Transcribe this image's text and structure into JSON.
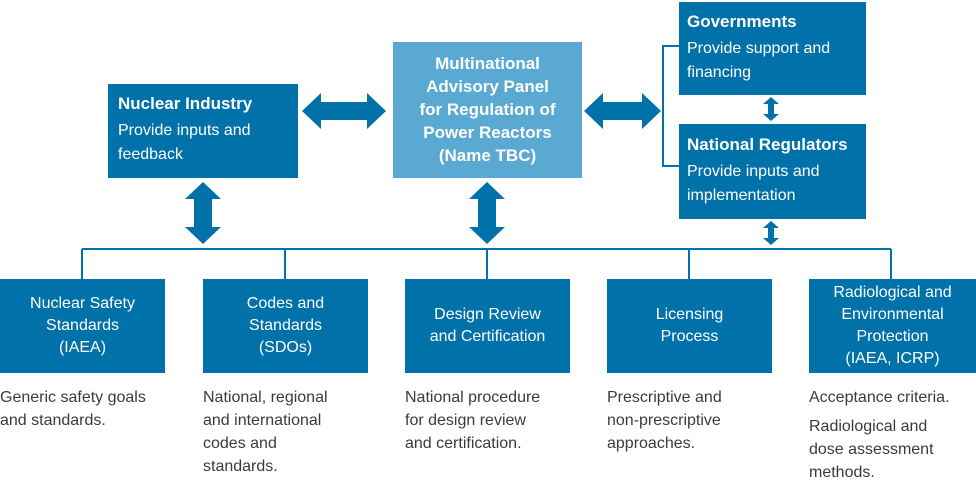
{
  "nuclear_industry": {
    "title": "Nuclear Industry",
    "line1": "Provide inputs and",
    "line2": "feedback"
  },
  "panel": {
    "lines": [
      "Multinational",
      "Advisory Panel",
      "for Regulation of",
      "Power Reactors",
      "(Name TBC)"
    ]
  },
  "governments": {
    "title": "Governments",
    "line1": "Provide support and",
    "line2": "financing"
  },
  "regulators": {
    "title": "National Regulators",
    "line1": "Provide inputs and",
    "line2": "implementation"
  },
  "bottom_boxes": [
    {
      "lines": [
        "Nuclear Safety",
        "Standards",
        "(IAEA)"
      ]
    },
    {
      "lines": [
        "Codes and",
        "Standards",
        "(SDOs)"
      ]
    },
    {
      "lines": [
        "Design Review",
        "and Certification"
      ]
    },
    {
      "lines": [
        "Licensing",
        "Process"
      ]
    },
    {
      "lines": [
        "Radiological and",
        "Environmental",
        "Protection",
        "(IAEA, ICRP)"
      ]
    }
  ],
  "notes": [
    {
      "lines": [
        "Generic safety goals",
        "and standards."
      ]
    },
    {
      "lines": [
        "National, regional",
        "and international",
        "codes and",
        "standards."
      ]
    },
    {
      "lines": [
        "National procedure",
        "for design review",
        "and certification."
      ]
    },
    {
      "lines": [
        "Prescriptive and",
        "non-prescriptive",
        "approaches."
      ]
    },
    {
      "lines": [
        "Acceptance criteria.",
        "Radiological and",
        "dose assessment",
        "methods."
      ]
    }
  ],
  "colors": {
    "dark_box": "#0071a9",
    "light_box": "#5aa9d2",
    "connector": "#0071a9",
    "note_text": "#3b3b3b"
  }
}
